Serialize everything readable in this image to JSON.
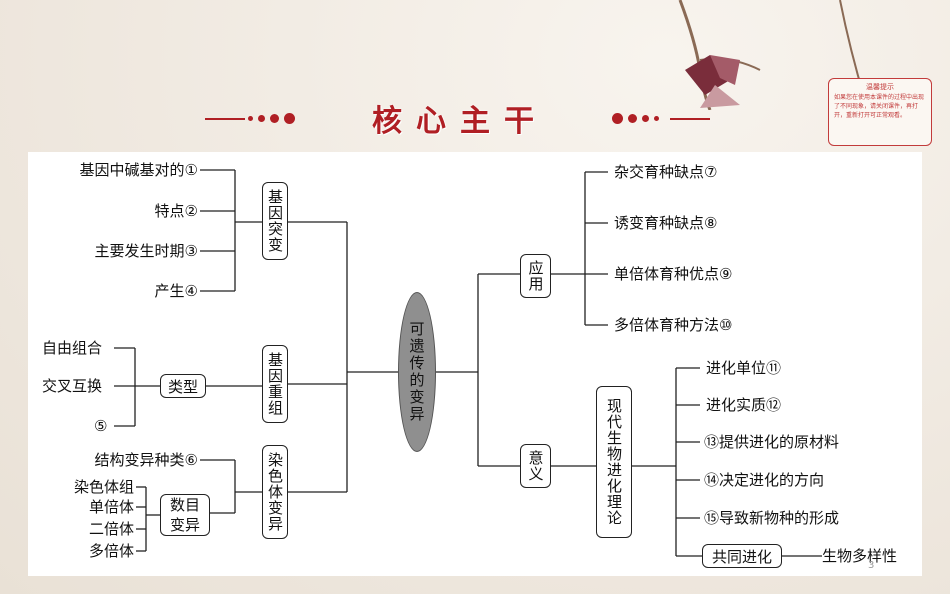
{
  "header": {
    "title": "核心主干"
  },
  "notice": {
    "title": "温馨提示",
    "body": "如果您在使用本课件的过程中出现了不同现象，请关闭课件，再打开，重新打开可正常观看。"
  },
  "page_number": "3",
  "diagram": {
    "center": "可遗传的变异",
    "left": {
      "gene_mutation": {
        "label": "基因突变",
        "items": [
          "基因中碱基对的①",
          "特点②",
          "主要发生时期③",
          "产生④"
        ]
      },
      "gene_recombination": {
        "label": "基因重组",
        "type_label": "类型",
        "types": [
          "自由组合",
          "交叉互换",
          "⑤"
        ]
      },
      "chromosome_variation": {
        "label": "染色体变异",
        "structure": "结构变异种类⑥",
        "number_label": "数目变异",
        "number_items": [
          "染色体组",
          "单倍体",
          "二倍体",
          "多倍体"
        ]
      }
    },
    "right": {
      "application": {
        "label": "应用",
        "items": [
          "杂交育种缺点⑦",
          "诱变育种缺点⑧",
          "单倍体育种优点⑨",
          "多倍体育种方法⑩"
        ]
      },
      "significance": {
        "label": "意义",
        "theory_label": "现代生物进化理论",
        "items": [
          "进化单位⑪",
          "进化实质⑫",
          "⑬提供进化的原材料",
          "⑭决定进化的方向",
          "⑮导致新物种的形成"
        ],
        "coevolution_label": "共同进化",
        "coevolution_result": "生物多样性"
      }
    }
  },
  "colors": {
    "accent": "#b01f24",
    "oval": "#8f8f8f"
  }
}
